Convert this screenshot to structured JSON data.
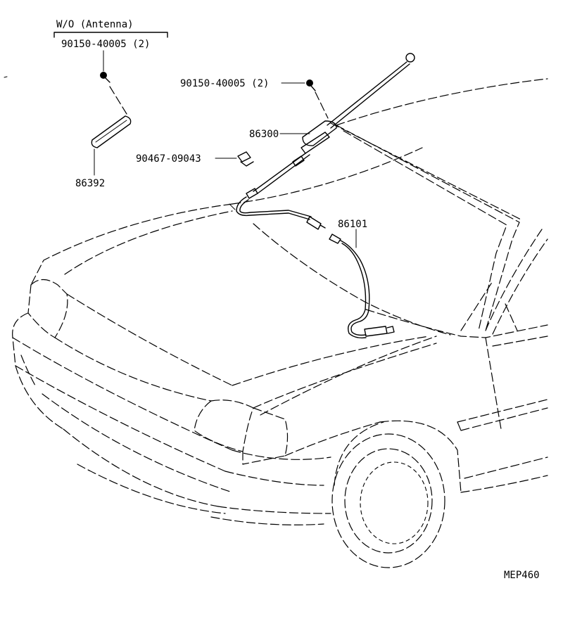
{
  "header": {
    "title": "W/O (Antenna)",
    "bracket_part": "90150-40005 (2)"
  },
  "callouts": {
    "screw_antenna": "90150-40005 (2)",
    "antenna_assy": "86300",
    "clip": "90467-09043",
    "cover": "86392",
    "cable": "86101"
  },
  "footer": {
    "diagram_code": "MEP460"
  }
}
